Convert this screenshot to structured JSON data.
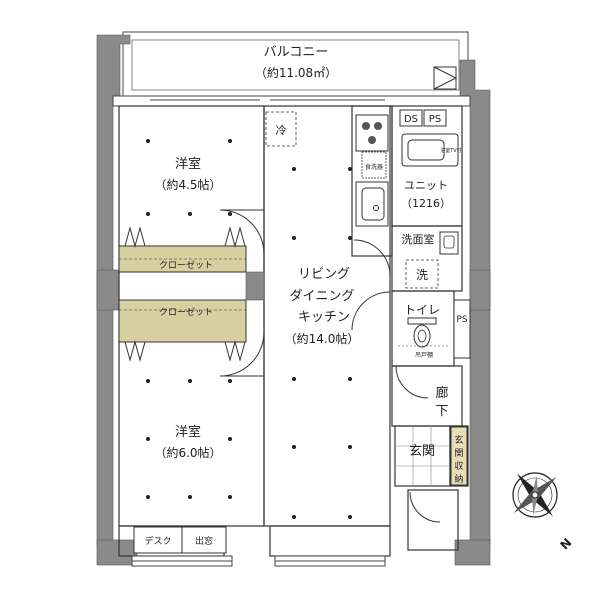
{
  "balcony": {
    "name": "バルコニー",
    "area": "（約11.08㎡）"
  },
  "room_north": {
    "name": "洋室",
    "size": "（約4.5帖）"
  },
  "room_south": {
    "name": "洋室",
    "size": "（約6.0帖）"
  },
  "ldk": {
    "line1": "リビング",
    "line2": "ダイニング",
    "line3": "キッチン",
    "size": "（約14.0帖）"
  },
  "closet_1": "クローゼット",
  "closet_2": "クローゼット",
  "fridge": "冷",
  "dishwasher": "食洗器",
  "ds": "DS",
  "ps_top": "PS",
  "ps_side": "PS",
  "bath": {
    "name": "ユニット",
    "size": "（1216）",
    "panel": "浴室TV付"
  },
  "washroom": "洗面室",
  "washer": "洗",
  "toilet": "トイレ",
  "toilet_note": "吊戸棚",
  "hallway": {
    "line1": "廊",
    "line2": "下"
  },
  "entrance": "玄関",
  "entrance_storage": [
    "玄",
    "関",
    "収",
    "納"
  ],
  "desk": "デスク",
  "bay_window": "出窓",
  "compass_label": "N",
  "colors": {
    "wall": "#8a8a8a",
    "closet": "#d8d0a0",
    "storage": "#e8dfb8",
    "dot": "#222222"
  }
}
